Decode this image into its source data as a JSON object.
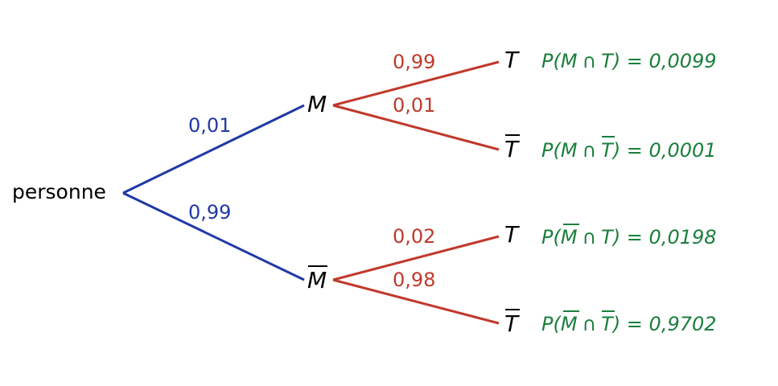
{
  "colors": {
    "first_level": "#2039a6",
    "second_level": "#c0392b",
    "result": "#1a7f3c",
    "node": "#000000"
  },
  "root": {
    "label": "personne"
  },
  "level1": [
    {
      "node": "M",
      "bar": false,
      "prob": "0,01"
    },
    {
      "node": "M",
      "bar": true,
      "prob": "0,99"
    }
  ],
  "level2": [
    {
      "node": "T",
      "bar": false,
      "prob": "0,99",
      "result": {
        "prefix": "P(",
        "a": "M",
        "a_bar": false,
        "b": "T",
        "b_bar": false,
        "value": ") = 0,0099"
      }
    },
    {
      "node": "T",
      "bar": true,
      "prob": "0,01",
      "result": {
        "prefix": "P(",
        "a": "M",
        "a_bar": false,
        "b": "T",
        "b_bar": true,
        "value": ") = 0,0001"
      }
    },
    {
      "node": "T",
      "bar": false,
      "prob": "0,02",
      "result": {
        "prefix": "P(",
        "a": "M",
        "a_bar": true,
        "b": "T",
        "b_bar": false,
        "value": ") = 0,0198"
      }
    },
    {
      "node": "T",
      "bar": true,
      "prob": "0,98",
      "result": {
        "prefix": "P(",
        "a": "M",
        "a_bar": true,
        "b": "T",
        "b_bar": true,
        "value": ") = 0,9702"
      }
    }
  ],
  "symbols": {
    "cap": "∩"
  }
}
